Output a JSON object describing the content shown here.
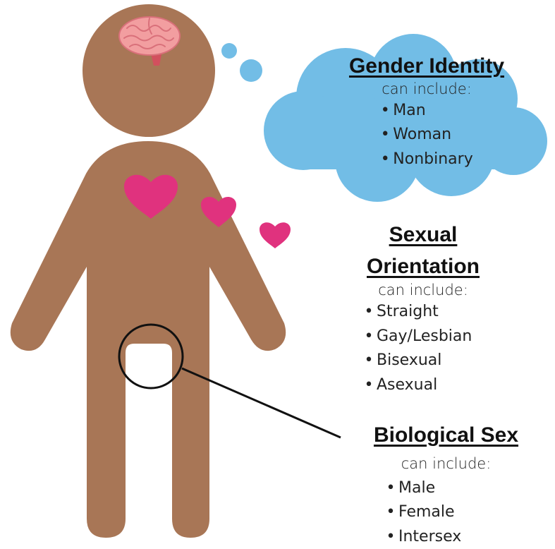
{
  "colors": {
    "skin": "#a87656",
    "cloud": "#72bde6",
    "heart": "#e0327e",
    "brain": "#f29ea0",
    "brain_outline": "#d9707a",
    "brain_stem": "#d2505e",
    "line": "#111111"
  },
  "icons": [
    "brain-icon",
    "heart-icon",
    "thought-cloud"
  ],
  "gender_identity": {
    "title": "Gender Identity",
    "subtitle": "can include:",
    "items": [
      "Man",
      "Woman",
      "Nonbinary"
    ]
  },
  "sexual_orientation": {
    "title_line1": "Sexual",
    "title_line2": "Orientation",
    "subtitle": "can include:",
    "items": [
      "Straight",
      "Gay/Lesbian",
      "Bisexual",
      "Asexual"
    ]
  },
  "biological_sex": {
    "title": "Biological Sex",
    "subtitle": "can include:",
    "items": [
      "Male",
      "Female",
      "Intersex"
    ]
  }
}
